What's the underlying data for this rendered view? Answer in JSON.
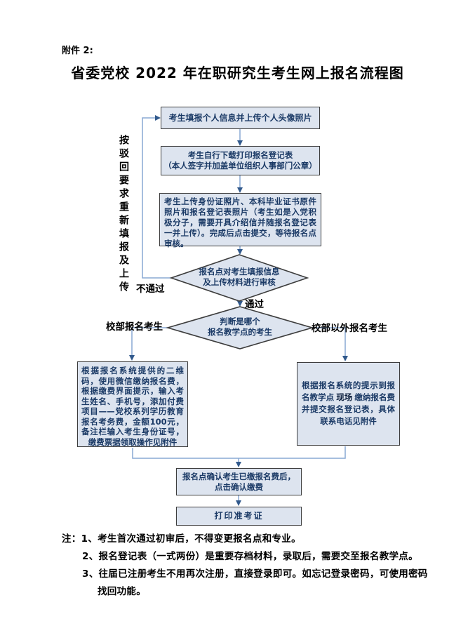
{
  "theme": {
    "node_fill": "#dde4ef",
    "node_border": "#3d3d3d",
    "arrow": "#89a8d4",
    "arrowhead": "#31598c",
    "node_text": "#1b3a66",
    "ink": "#000000",
    "page_bg": "#ffffff"
  },
  "page": {
    "attachment_label": "附件 2:",
    "title": "省委党校 2022 年在职研究生考生网上报名流程图"
  },
  "flowchart": {
    "nodes": {
      "fill_info": "考生填报个人信息并上传个人头像照片",
      "download_form_line1": "考生自行下载打印报名登记表",
      "download_form_line2": "（本人签字并加盖单位组织人事部门公章）",
      "upload_docs": "考生上传身份证照片、本科毕业证书原件照片和报名登记表照片（考生如是入党积极分子，需要开具介绍信并随报名登记表一并上传）。完成后点击提交，等待报名点审核。",
      "review_line1": "报名点对考生填报信息",
      "review_line2": "及上传材料进行审核",
      "judge_line1": "判断是哪个",
      "judge_line2": "报名教学点的考生",
      "campus_pay": "根据报名系统提供的二维码，使用微信缴纳报名费，根据缴费界面提示，输入考生姓名、手机号，添加付费项目——党校系列学历教育报名考务费，金额100元，备注栏输入考生身份证号，缴费票据领取操作见附件",
      "offsite_pay_pre": "根据报名系统的提示到报名教学点",
      "offsite_pay_bold": "现场",
      "offsite_pay_post": "缴纳报名费并提交报名登记表，具体联系电话见附件",
      "confirm_line1": "报名点确认考生已缴报名费后，",
      "confirm_line2": "点击确认缴费",
      "print_ticket": "打印准考证"
    },
    "labels": {
      "fail": "不通过",
      "pass": "通过",
      "campus": "校部报名考生",
      "offsite": "校部以外报名考生",
      "redo_vertical": "按驳回要求重新填报及上传"
    }
  },
  "notes": {
    "lines": [
      "注：1、考生首次通过初审后，不得变更报名点和专业。",
      "2、报名登记表（一式两份）是重要存档材料，录取后，需要交至报名教学点。",
      "3、往届已注册考生不用再次注册，直接登录即可。如忘记登录密码，可使用密码",
      "找回功能。"
    ]
  }
}
